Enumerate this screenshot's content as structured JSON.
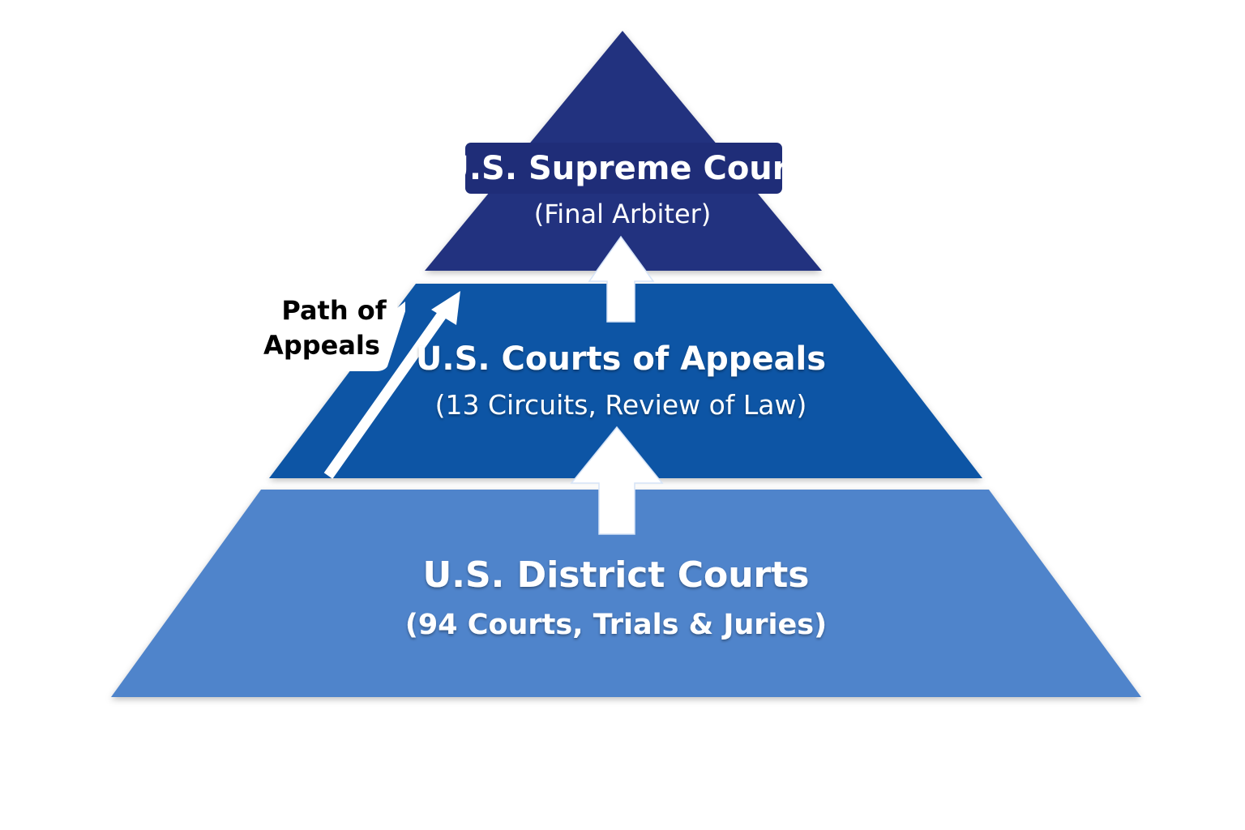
{
  "diagram": {
    "tiers": [
      {
        "id": "supreme",
        "title": "U.S. Supreme Court",
        "subtitle": "(Final Arbiter)",
        "color": "#22317f",
        "label_bg": "#1f2d78"
      },
      {
        "id": "appeals",
        "title": "U.S. Courts of Appeals",
        "subtitle": "(13 Circuits, Review of Law)",
        "color": "#0b55a5"
      },
      {
        "id": "district",
        "title": "U.S. District Courts",
        "subtitle": "(94 Courts, Trials & Juries)",
        "color": "#4f84cb"
      }
    ],
    "side_label": {
      "line1": "Path of",
      "line2": "Appeals"
    },
    "arrow_color": "#ffffff",
    "background": "#ffffff"
  }
}
